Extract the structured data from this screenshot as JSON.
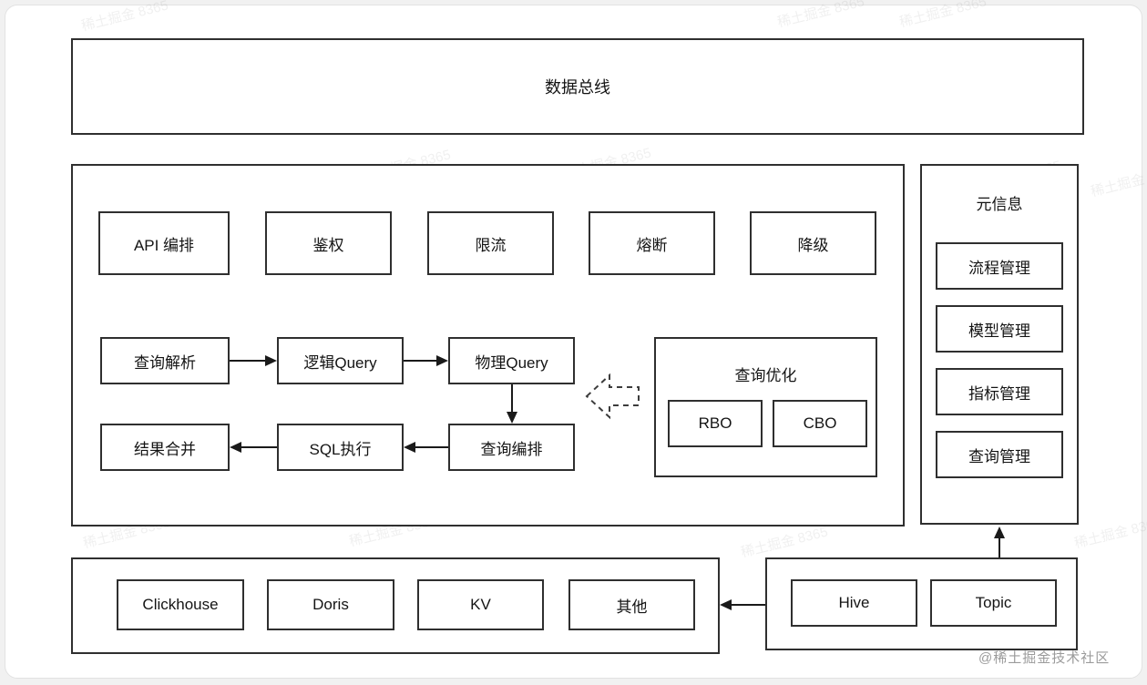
{
  "data_bus": {
    "label": "数据总线"
  },
  "gateway": {
    "items": [
      "API 编排",
      "鉴权",
      "限流",
      "熔断",
      "降级"
    ]
  },
  "flow": {
    "top": [
      "查询解析",
      "逻辑Query",
      "物理Query"
    ],
    "bottom": [
      "结果合并",
      "SQL执行",
      "查询编排"
    ]
  },
  "optimizer": {
    "title": "查询优化",
    "items": [
      "RBO",
      "CBO"
    ]
  },
  "meta": {
    "title": "元信息",
    "items": [
      "流程管理",
      "模型管理",
      "指标管理",
      "查询管理"
    ]
  },
  "storage": {
    "items": [
      "Clickhouse",
      "Doris",
      "KV",
      "其他"
    ]
  },
  "sources": {
    "items": [
      "Hive",
      "Topic"
    ]
  },
  "watermark": {
    "site_credit": "@稀土掘金技术社区",
    "faint_tile": "稀土掘金 8365"
  },
  "colors": {
    "box_border": "#2f2f2f",
    "text": "#141414",
    "watermark_text": "#9b9b9b"
  }
}
